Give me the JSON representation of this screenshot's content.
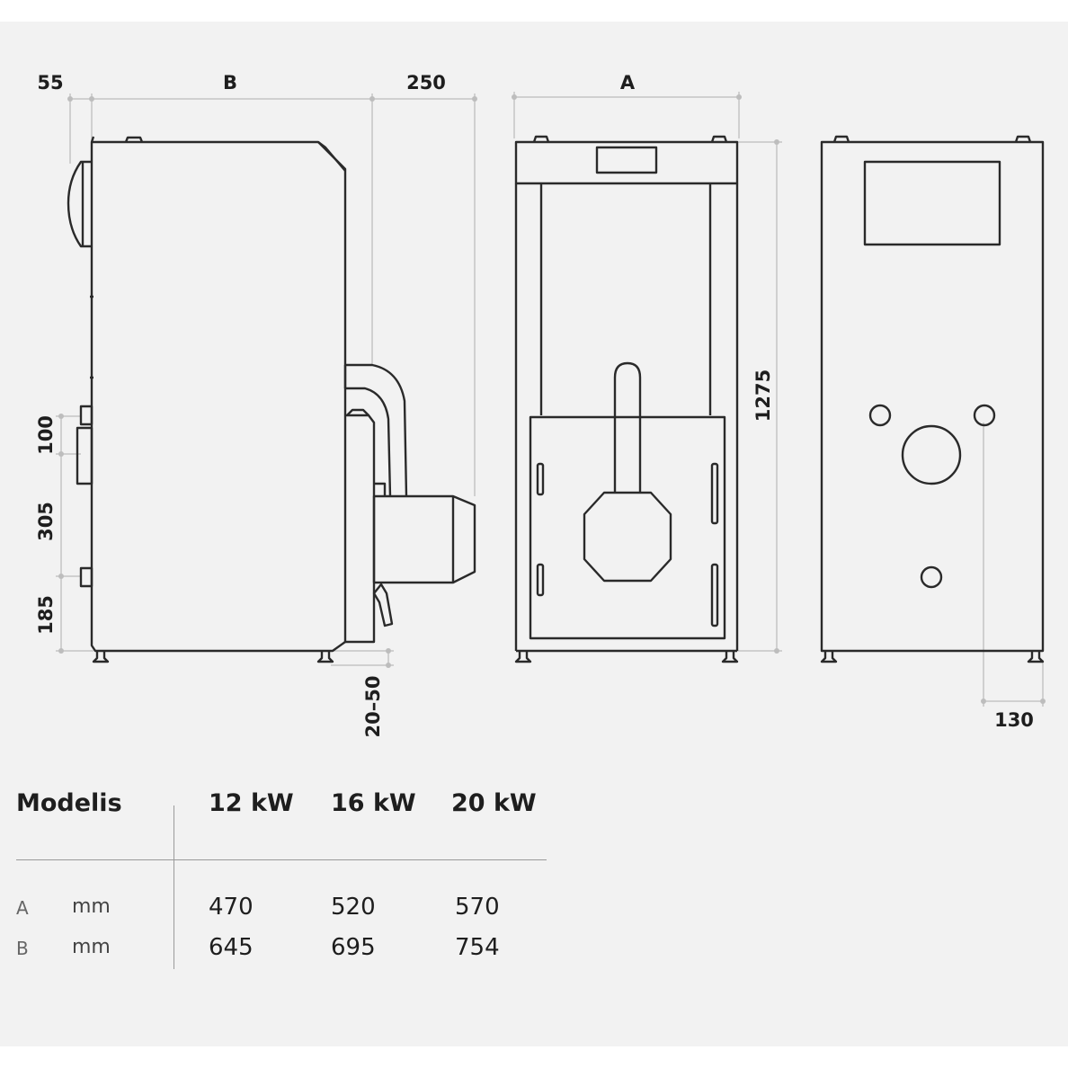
{
  "dimensions": {
    "d55": "55",
    "dB": "B",
    "d250": "250",
    "dA": "A",
    "d1275": "1275",
    "d100": "100",
    "d305": "305",
    "d185": "185",
    "d20_50": "20–50",
    "d130": "130"
  },
  "table": {
    "header": {
      "model": "Modelis",
      "cols": [
        "12 kW",
        "16 kW",
        "20 kW"
      ]
    },
    "rows": [
      {
        "label": "A",
        "unit": "mm",
        "values": [
          "470",
          "520",
          "570"
        ]
      },
      {
        "label": "B",
        "unit": "mm",
        "values": [
          "645",
          "695",
          "754"
        ]
      }
    ]
  },
  "colors": {
    "panel": "#f2f2f2",
    "line": "#2a2a2a",
    "dimline": "#bdbdbd"
  }
}
